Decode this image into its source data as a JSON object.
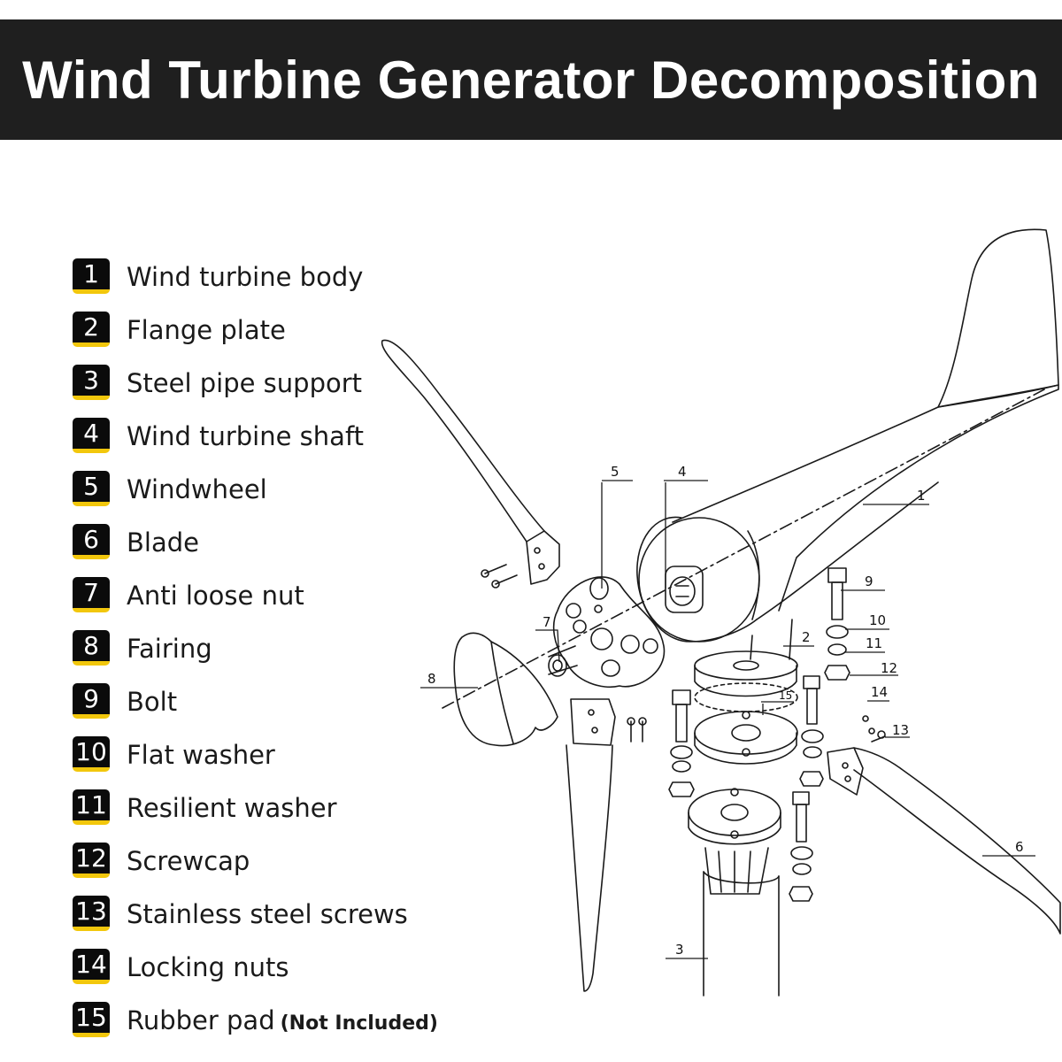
{
  "title": "Wind Turbine Generator Decomposition",
  "accent_color": "#f2c70c",
  "parts": [
    {
      "num": "1",
      "label": "Wind turbine body",
      "note": ""
    },
    {
      "num": "2",
      "label": "Flange plate",
      "note": ""
    },
    {
      "num": "3",
      "label": "Steel pipe support",
      "note": ""
    },
    {
      "num": "4",
      "label": "Wind turbine shaft",
      "note": ""
    },
    {
      "num": "5",
      "label": "Windwheel",
      "note": ""
    },
    {
      "num": "6",
      "label": "Blade",
      "note": ""
    },
    {
      "num": "7",
      "label": "Anti loose nut",
      "note": ""
    },
    {
      "num": "8",
      "label": "Fairing",
      "note": ""
    },
    {
      "num": "9",
      "label": "Bolt",
      "note": ""
    },
    {
      "num": "10",
      "label": "Flat washer",
      "note": ""
    },
    {
      "num": "11",
      "label": "Resilient washer",
      "note": ""
    },
    {
      "num": "12",
      "label": "Screwcap",
      "note": ""
    },
    {
      "num": "13",
      "label": "Stainless steel screws",
      "note": ""
    },
    {
      "num": "14",
      "label": "Locking nuts",
      "note": ""
    },
    {
      "num": "15",
      "label": "Rubber pad",
      "note": "(Not Included)"
    }
  ],
  "callouts": {
    "c1": "1",
    "c2": "2",
    "c3": "3",
    "c4": "4",
    "c5": "5",
    "c6": "6",
    "c7": "7",
    "c8": "8",
    "c9": "9",
    "c10": "10",
    "c11": "11",
    "c12": "12",
    "c13": "13",
    "c14": "14",
    "c15": "15"
  }
}
